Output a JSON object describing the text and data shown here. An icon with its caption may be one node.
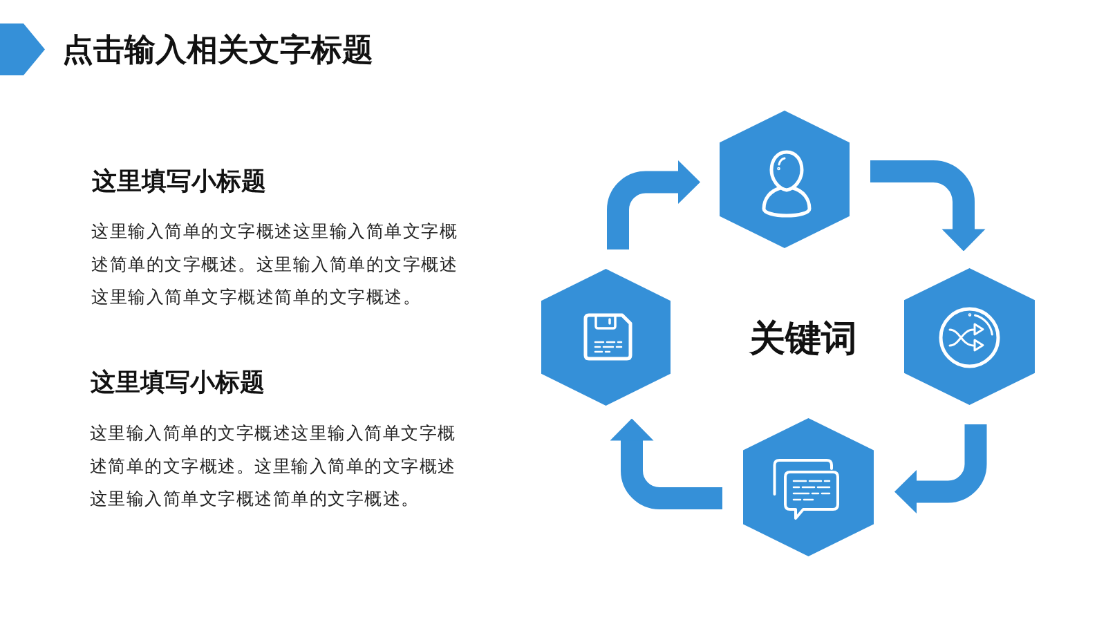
{
  "diagram": {
    "title": "点击输入相关文字标题",
    "nodes": [
      {
        "text": [],
        "shape": "hexagon"
      },
      {
        "text": [],
        "shape": "hexagon"
      },
      {
        "text": [],
        "shape": "hexagon"
      },
      {
        "text": [],
        "shape": "hexagon"
      }
    ],
    "edges": [
      {
        "from": 1,
        "to": 0,
        "arrow": "to"
      },
      {
        "from": 0,
        "to": 2,
        "arrow": "to"
      },
      {
        "from": 2,
        "to": 3,
        "arrow": "to"
      },
      {
        "from": 3,
        "to": 1,
        "arrow": "to"
      }
    ],
    "labels": [
      "这里填写小标题",
      "这里输入简单的文字概述这里输入简单文字概述简单的文字概述。这里输入简单的文字概述这里输入简单文字概述简单的文字概述。",
      "这里填写小标题",
      "这里输入简单的文字概述这里输入简单文字概述简单的文字概述。这里输入简单的文字概述这里输入简单文字概述简单的文字概述。",
      "关键词"
    ]
  }
}
